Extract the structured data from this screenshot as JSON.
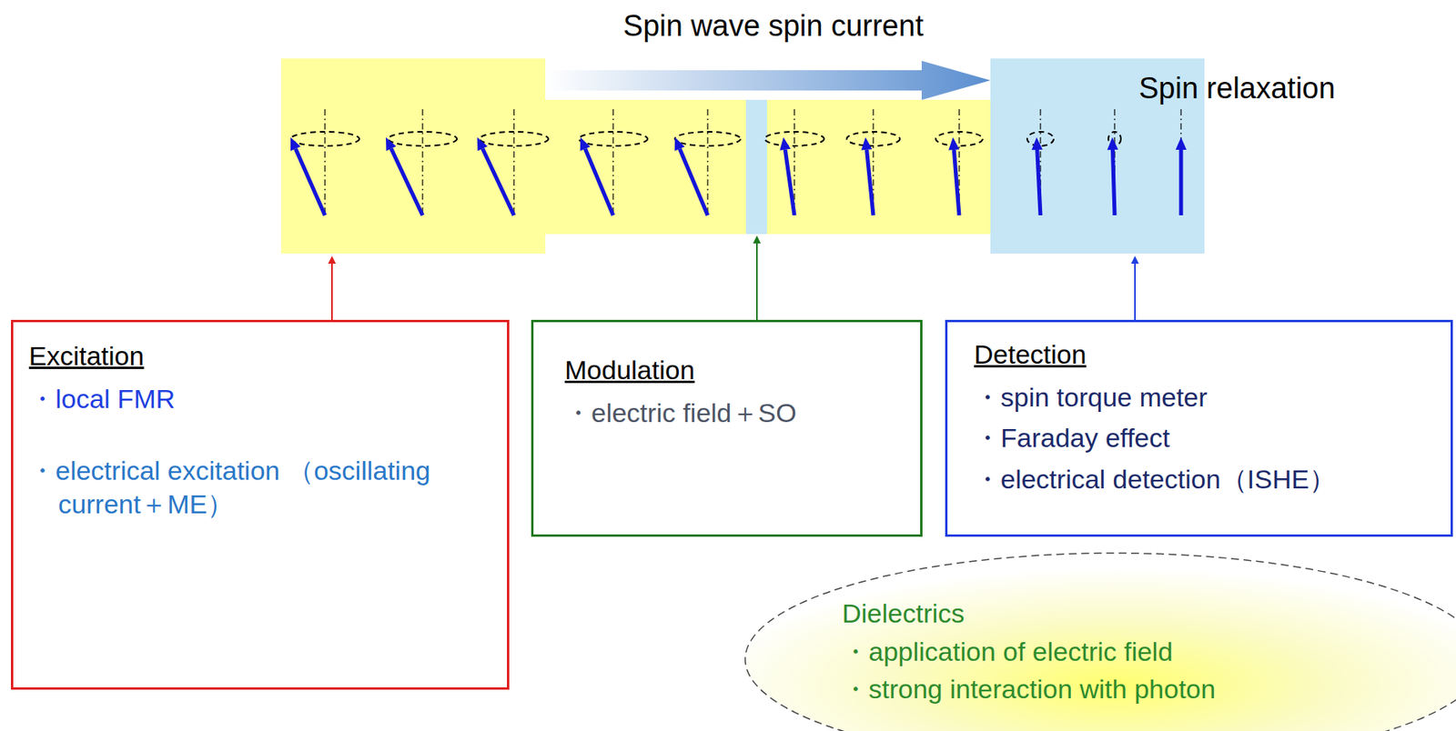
{
  "diagram": {
    "title": "Spin wave spin current",
    "nodes": [
      {
        "text": [
          "Excitation",
          "・local FMR",
          "・electrical excitation （oscillating current＋ME）"
        ]
      },
      {
        "text": [
          "Modulation",
          "・electric field＋SO"
        ]
      },
      {
        "text": [
          "Detection",
          "・spin torque meter",
          "・Faraday effect",
          "・electrical detection（ISHE）"
        ]
      },
      {
        "text": [
          "Dielectrics",
          "・application of electric field",
          "・strong interaction with photon"
        ]
      }
    ],
    "labels": [
      "Spin relaxation"
    ]
  }
}
